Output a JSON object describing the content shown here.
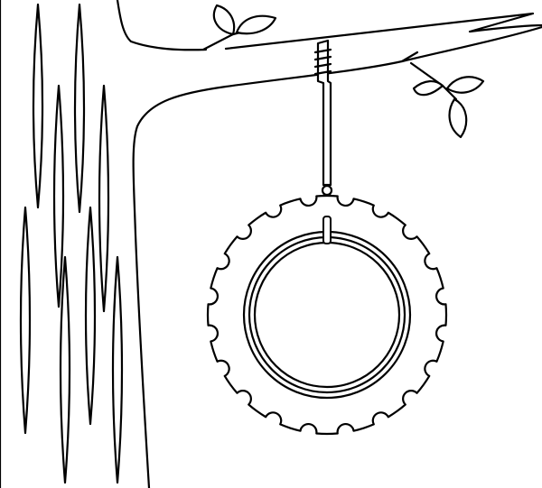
{
  "illustration": {
    "subject_icons": [
      "tree-trunk",
      "branch",
      "leaves",
      "rope",
      "tire-swing"
    ],
    "colors": {
      "line": "#000000",
      "background": "#ffffff"
    },
    "tire": {
      "notch_count": 20
    }
  }
}
